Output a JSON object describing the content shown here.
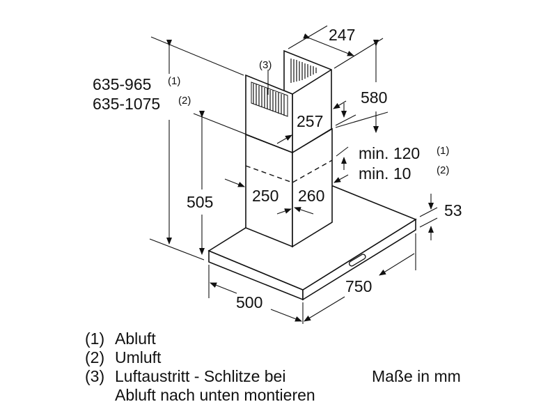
{
  "dimensions": {
    "total_height_1": "635-965",
    "total_height_1_note": "(1)",
    "total_height_2": "635-1075",
    "total_height_2_note": "(2)",
    "chimney_width_top": "247",
    "chimney_upper_height": "580",
    "chimney_overlap": "257",
    "gap_1": "min. 120",
    "gap_1_note": "(1)",
    "gap_2": "min. 10",
    "gap_2_note": "(2)",
    "chimney_depth": "250",
    "chimney_width": "260",
    "hood_height": "505",
    "hood_thickness": "53",
    "hood_width": "750",
    "hood_depth": "500",
    "slot_callout": "(3)"
  },
  "legend": [
    {
      "num": "(1)",
      "text": "Abluft"
    },
    {
      "num": "(2)",
      "text": "Umluft"
    },
    {
      "num": "(3)",
      "text": "Luftaustritt - Schlitze bei"
    },
    {
      "num": "",
      "text": "Abluft nach unten montieren"
    }
  ],
  "units_note": "Maße in mm"
}
